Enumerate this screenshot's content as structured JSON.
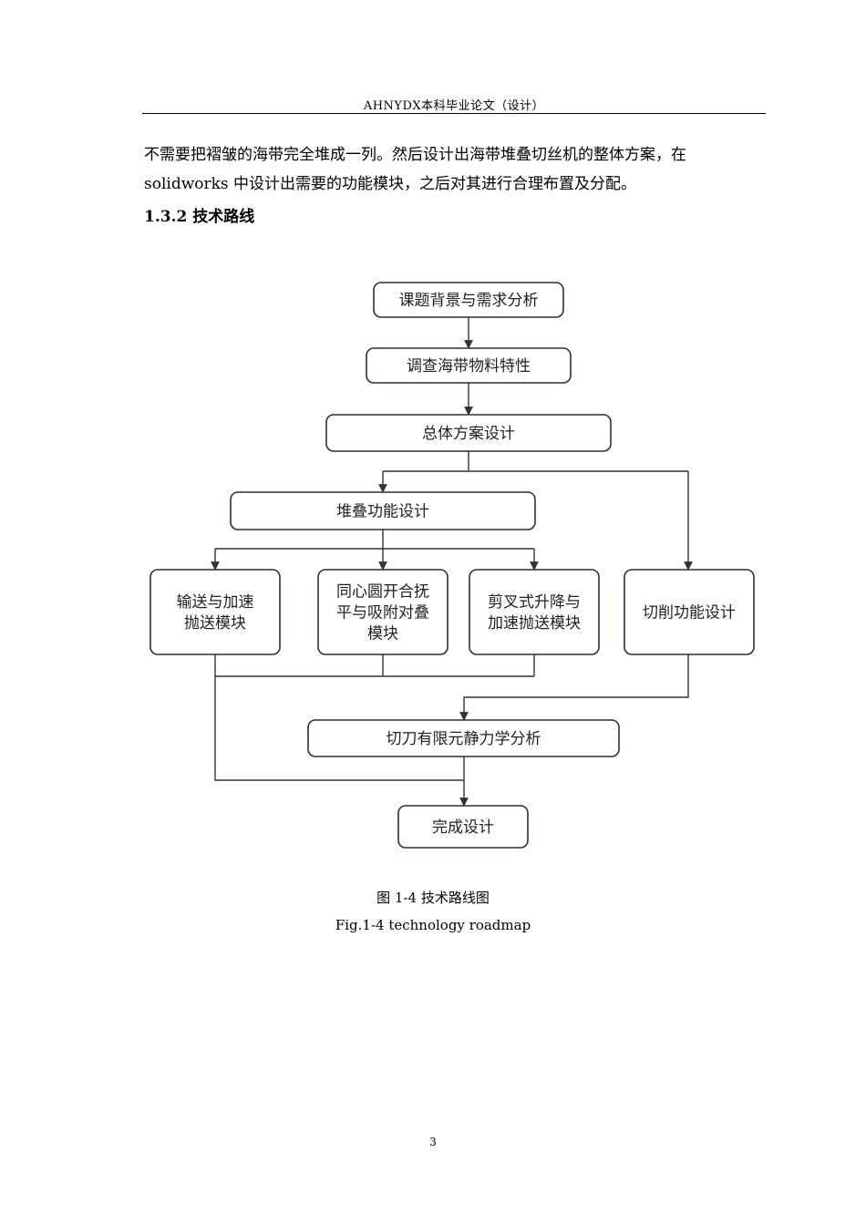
{
  "header": {
    "title": "AHNYDX本科毕业论文（设计）"
  },
  "body_text": {
    "line1": "不需要把褶皱的海带完全堆成一列。然后设计出海带堆叠切丝机的整体方案，在",
    "line2": "solidworks 中设计出需要的功能模块，之后对其进行合理布置及分配。"
  },
  "section": {
    "heading": "1.3.2 技术路线"
  },
  "flowchart": {
    "nodes": [
      {
        "id": "n1",
        "lines": [
          "课题背景与需求分析"
        ]
      },
      {
        "id": "n2",
        "lines": [
          "调查海带物料特性"
        ]
      },
      {
        "id": "n3",
        "lines": [
          "总体方案设计"
        ]
      },
      {
        "id": "n4",
        "lines": [
          "堆叠功能设计"
        ]
      },
      {
        "id": "n5",
        "lines": [
          "输送与加速",
          "抛送模块"
        ]
      },
      {
        "id": "n6",
        "lines": [
          "同心圆开合抚",
          "平与吸附对叠",
          "模块"
        ]
      },
      {
        "id": "n7",
        "lines": [
          "剪叉式升降与",
          "加速抛送模块"
        ]
      },
      {
        "id": "n8",
        "lines": [
          "切削功能设计"
        ]
      },
      {
        "id": "n9",
        "lines": [
          "切刀有限元静力学分析"
        ]
      },
      {
        "id": "n10",
        "lines": [
          "完成设计"
        ]
      }
    ]
  },
  "figure": {
    "caption_cn": "图 1-4  技术路线图",
    "caption_en": "Fig.1-4 technology roadmap"
  },
  "footer": {
    "page_number": "3"
  },
  "colors": {
    "box_stroke": "#2b2d42",
    "line": "#333333"
  }
}
